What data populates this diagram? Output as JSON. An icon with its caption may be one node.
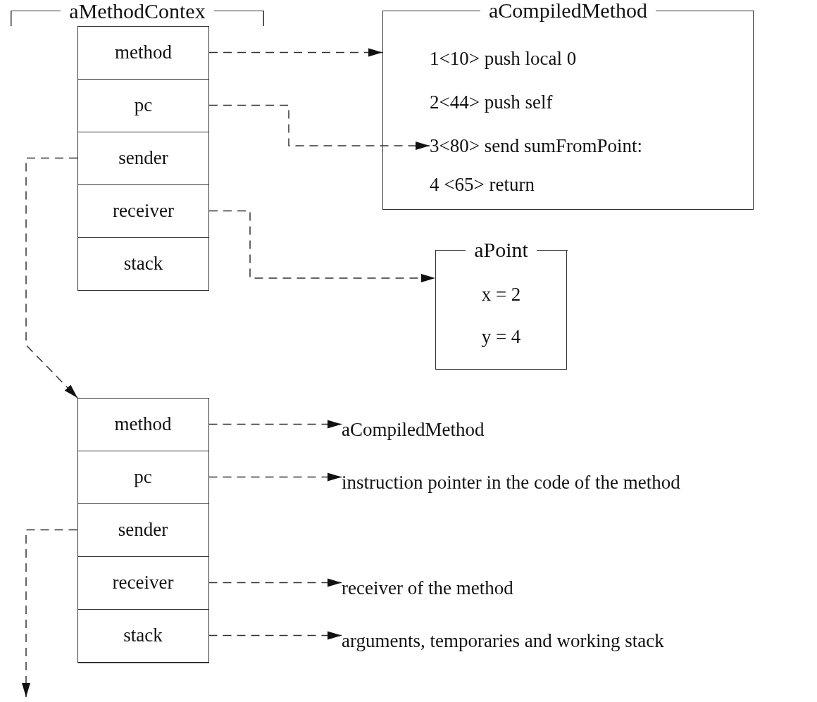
{
  "diagram": {
    "nodes": [
      {
        "text": [
          "aMethodContex"
        ]
      },
      {
        "text": [
          "method"
        ]
      },
      {
        "text": [
          "pc"
        ]
      },
      {
        "text": [
          "sender"
        ]
      },
      {
        "text": [
          "receiver"
        ]
      },
      {
        "text": [
          "stack"
        ]
      },
      {
        "text": [
          "aCompiledMethod"
        ]
      },
      {
        "text": [
          "1<10> push local 0"
        ],
        "in": 6
      },
      {
        "text": [
          "2<44> push self"
        ],
        "in": 6
      },
      {
        "text": [
          "3<80> send sumFromPoint:"
        ],
        "in": 6
      },
      {
        "text": [
          "4 <65> return"
        ],
        "in": 6
      },
      {
        "text": [
          "aPoint",
          "x = 2",
          "y = 4"
        ]
      },
      {
        "text": [],
        "shape": "box"
      },
      {
        "text": [
          "method"
        ],
        "in": 12
      },
      {
        "text": [
          "pc"
        ],
        "in": 12
      },
      {
        "text": [
          "sender"
        ],
        "in": 12
      },
      {
        "text": [
          "receiver"
        ],
        "in": 12
      },
      {
        "text": [
          "stack"
        ],
        "in": 12
      },
      {
        "text": [
          "aCompiledMethod"
        ]
      },
      {
        "text": [
          "instruction pointer in the code of the method"
        ]
      },
      {
        "text": [
          "receiver of the method"
        ]
      },
      {
        "text": [
          "arguments, temporaries and working stack"
        ]
      }
    ],
    "edges": [
      {
        "from": 1,
        "to": 6,
        "arrow": "to",
        "style": "dashed"
      },
      {
        "from": 2,
        "to": 9,
        "arrow": "to",
        "style": "dashed"
      },
      {
        "from": 3,
        "to": 12,
        "arrow": "to",
        "style": "dashed"
      },
      {
        "from": 4,
        "to": 11,
        "arrow": "to",
        "style": "dashed"
      },
      {
        "from": 13,
        "to": 18,
        "arrow": "to",
        "style": "dashed"
      },
      {
        "from": 14,
        "to": 19,
        "arrow": "to",
        "style": "dashed"
      },
      {
        "from": 15,
        "to": null,
        "arrow": "to",
        "style": "dashed"
      },
      {
        "from": 16,
        "to": 20,
        "arrow": "to",
        "style": "dashed"
      },
      {
        "from": 17,
        "to": 21,
        "arrow": "to",
        "style": "dashed"
      }
    ]
  }
}
